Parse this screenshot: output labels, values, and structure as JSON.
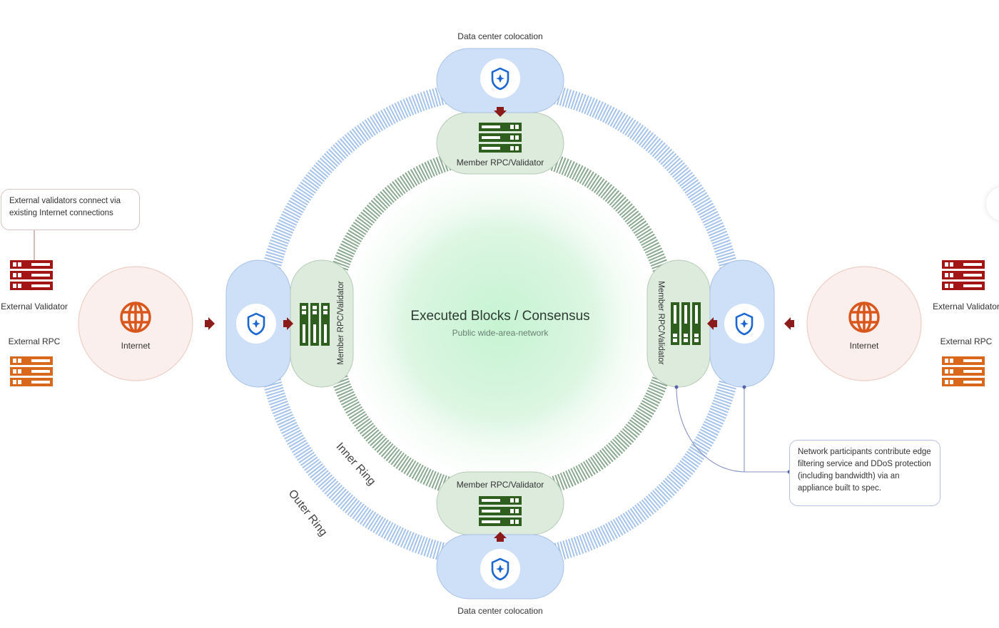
{
  "diagram": {
    "center": {
      "title": "Executed Blocks / Consensus",
      "subtitle": "Public wide-area-network"
    },
    "rings": {
      "inner_label": "Inner Ring",
      "outer_label": "Outer Ring",
      "inner_color": "#7f9f86",
      "outer_color": "#9cbce6"
    },
    "nodes": {
      "top": {
        "colocation_label": "Data center colocation",
        "member_label": "Member RPC/Validator"
      },
      "bottom": {
        "colocation_label": "Data center colocation",
        "member_label": "Member RPC/Validator"
      },
      "left": {
        "member_label": "Member RPC/Validator"
      },
      "right": {
        "member_label": "Member RPC/Validator"
      }
    },
    "left_side": {
      "callout": "External validators connect via existing Internet connections",
      "external_validator_label": "External Validator",
      "external_rpc_label": "External RPC",
      "internet_label": "Internet"
    },
    "right_side": {
      "external_validator_label": "External Validator",
      "external_rpc_label": "External RPC",
      "internet_label": "Internet",
      "callout": "Network participants contribute edge filtering service and DDoS protection (including bandwidth) via an appliance built to spec."
    },
    "icons": {
      "shield": "shield-sparkle-icon",
      "server": "server-rack-icon",
      "globe": "globe-icon",
      "arrow": "arrow-icon"
    },
    "colors": {
      "colocation_fill": "#cde0f7",
      "member_fill": "#dcebdc",
      "server_green": "#2f5f1f",
      "validator_red": "#a31515",
      "rpc_orange": "#d9681c",
      "internet_fill": "#fbefed",
      "shield_blue": "#1a66d2",
      "arrow_red": "#8b1a1a"
    }
  }
}
